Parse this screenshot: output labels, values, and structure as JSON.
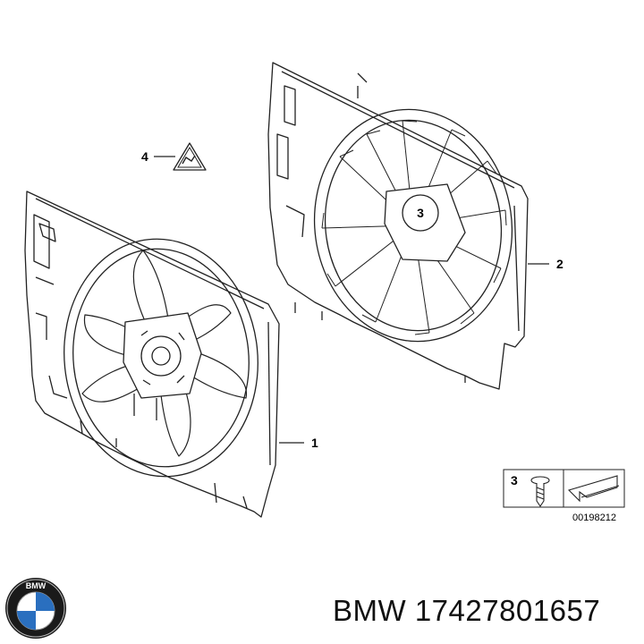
{
  "diagram": {
    "callouts": [
      {
        "id": "1",
        "label": "1"
      },
      {
        "id": "2",
        "label": "2"
      },
      {
        "id": "3",
        "label": "3"
      },
      {
        "id": "4",
        "label": "4"
      }
    ],
    "hub_label": "3",
    "legend": {
      "item_number": "3",
      "reference_code": "00198212"
    }
  },
  "logo": {
    "icon": "bmw-roundel-icon",
    "text": "BMW"
  },
  "footer": {
    "caption": "BMW 17427801657"
  }
}
